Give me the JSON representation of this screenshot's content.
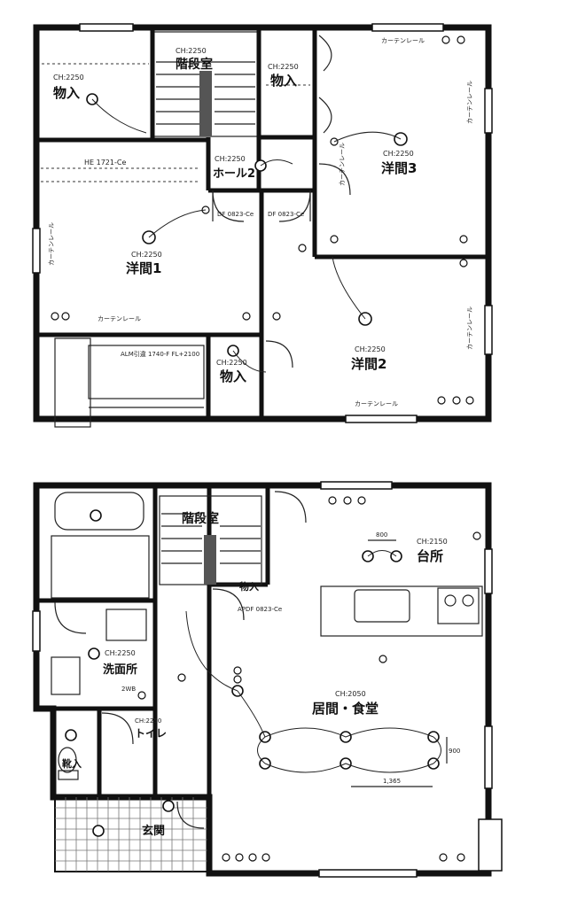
{
  "upper_floor": {
    "rooms": {
      "storage_1": {
        "code": "CH:2250",
        "name": "物入"
      },
      "stairs": {
        "code": "CH:2250",
        "name": "階段室"
      },
      "storage_2": {
        "code": "CH:2250",
        "name": "物入"
      },
      "hall": {
        "code": "CH:2250",
        "name": "ホール2"
      },
      "western_3": {
        "code": "CH:2250",
        "name": "洋間3"
      },
      "western_1": {
        "code": "CH:2250",
        "name": "洋間1"
      },
      "storage_3": {
        "code": "CH:2250",
        "name": "物入"
      },
      "western_2": {
        "code": "CH:2250",
        "name": "洋間2"
      }
    },
    "notes": {
      "closet": "HE 1721-Ce",
      "door_left": "DF 0823-Ce",
      "door_right": "DF 0823-Ce",
      "balcony": "ALM引違 1740-F FL+2100"
    },
    "curtains": [
      "カーテンレール",
      "カーテンレール",
      "カーテンレール",
      "カーテンレール",
      "カーテンレール",
      "カーテンレール",
      "カーテンレール"
    ]
  },
  "lower_floor": {
    "rooms": {
      "stairs": {
        "name": "階段室"
      },
      "kitchen": {
        "code": "CH:2150",
        "name": "台所"
      },
      "storage": {
        "name": "物入"
      },
      "washroom": {
        "code": "CH:2250",
        "name": "洗面所"
      },
      "toilet": {
        "code": "CH:2250",
        "name": "トイレ"
      },
      "shoe_closet": {
        "name": "靴入"
      },
      "entrance": {
        "name": "玄関"
      },
      "living": {
        "code": "CH:2050",
        "name": "居間・食堂"
      }
    },
    "notes": {
      "door": "APDF 0823-Ce",
      "dim_kitchen": "800",
      "dim_living_h": "1,365",
      "dim_living_v": "900",
      "label_2wb": "2WB"
    }
  }
}
